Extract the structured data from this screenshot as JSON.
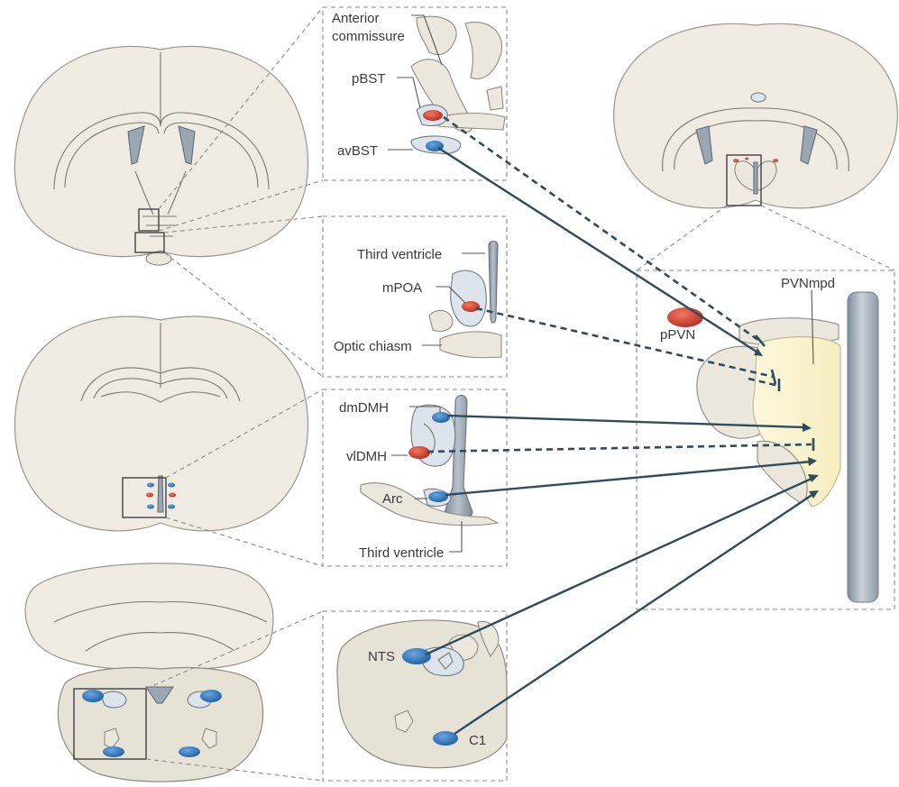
{
  "labels": {
    "anterior_commissure_1": "Anterior",
    "anterior_commissure_2": "commissure",
    "pbst": "pBST",
    "avbst": "avBST",
    "third_ventricle_top": "Third ventricle",
    "mpoa": "mPOA",
    "optic_chiasm": "Optic chiasm",
    "dmdmh": "dmDMH",
    "vldmh": "vlDMH",
    "arc": "Arc",
    "third_ventricle_bottom": "Third ventricle",
    "nts": "NTS",
    "c1": "C1",
    "pvnmpd": "PVNmpd",
    "ppvn": "pPVN"
  },
  "colors": {
    "excitatory_nucleus": "#2f6fb5",
    "inhibitory_nucleus": "#c8322a",
    "projection_line": "#2f4c5c",
    "pvn_fill": "#fbf2c8"
  },
  "projections": [
    {
      "from": "pBST",
      "to": "PVNmpd",
      "style": "dashed"
    },
    {
      "from": "avBST",
      "to": "PVNmpd",
      "style": "solid"
    },
    {
      "from": "mPOA",
      "to": "PVNmpd",
      "style": "dashed"
    },
    {
      "from": "dmDMH",
      "to": "PVNmpd",
      "style": "solid"
    },
    {
      "from": "vlDMH",
      "to": "PVNmpd",
      "style": "dashed"
    },
    {
      "from": "Arc",
      "to": "PVNmpd",
      "style": "solid"
    },
    {
      "from": "NTS",
      "to": "PVNmpd",
      "style": "solid"
    },
    {
      "from": "C1",
      "to": "PVNmpd",
      "style": "solid"
    }
  ]
}
